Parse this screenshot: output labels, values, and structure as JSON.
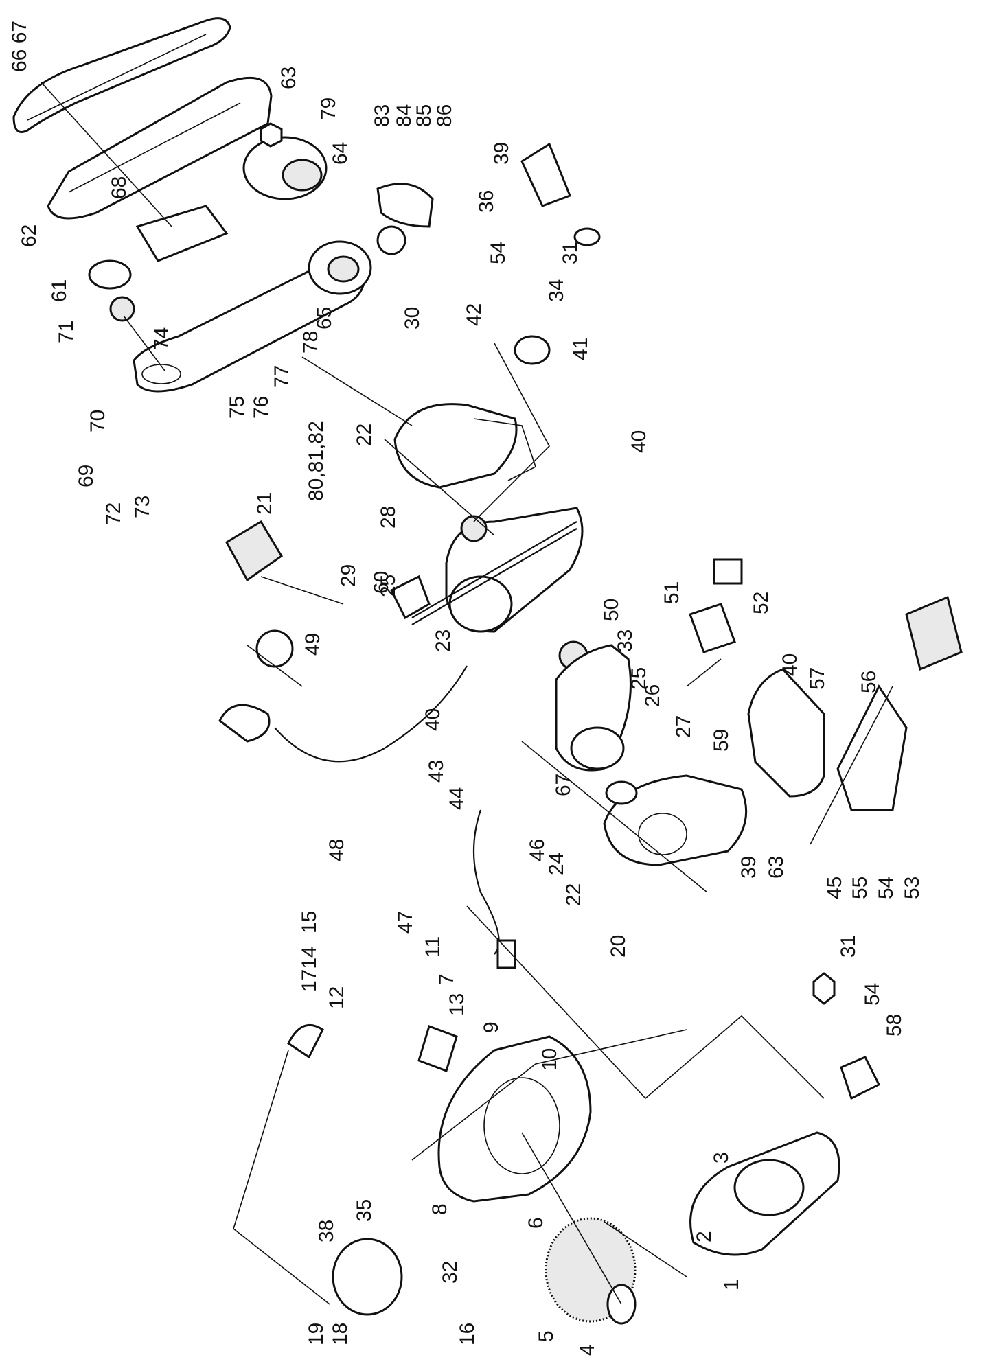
{
  "labels": {
    "l1": "1",
    "l2": "2",
    "l3": "3",
    "l4": "4",
    "l5": "5",
    "l6": "6",
    "l7": "7",
    "l8": "8",
    "l9": "9",
    "l10": "10",
    "l11": "11",
    "l12": "12",
    "l13": "13",
    "l15": "15",
    "l1714": "1714",
    "l16": "16",
    "l18": "18",
    "l19": "19",
    "l20": "20",
    "l21": "21",
    "l22a": "22",
    "l22b": "22",
    "l23": "23",
    "l24": "24",
    "l25a": "25",
    "l25b": "25",
    "l26": "26",
    "l27": "27",
    "l28": "28",
    "l29": "29",
    "l30": "30",
    "l31a": "31",
    "l31b": "31",
    "l32": "32",
    "l33": "33",
    "l34": "34",
    "l35": "35",
    "l36": "36",
    "l38": "38",
    "l39a": "39",
    "l39b": "39",
    "l40a": "40",
    "l40b": "40",
    "l40c": "40",
    "l41": "41",
    "l42": "42",
    "l43": "43",
    "l44": "44",
    "l45": "45",
    "l46": "46",
    "l47": "47",
    "l48": "48",
    "l49": "49",
    "l50": "50",
    "l51": "51",
    "l52": "52",
    "l53": "53",
    "l54a": "54",
    "l54b": "54",
    "l54c": "54",
    "l55": "55",
    "l56": "56",
    "l57": "57",
    "l58": "58",
    "l59": "59",
    "l60": "60",
    "l61": "61",
    "l62": "62",
    "l63a": "63",
    "l63b": "63",
    "l64": "64",
    "l65": "65",
    "l6667": "66 67",
    "l67": "67",
    "l68": "68",
    "l69": "69",
    "l70": "70",
    "l71": "71",
    "l72": "72",
    "l73": "73",
    "l74": "74",
    "l75": "75",
    "l76": "76",
    "l77": "77",
    "l78": "78",
    "l79": "79",
    "l808182": "80,81,82",
    "l83": "83",
    "l84": "84",
    "l85": "85",
    "l86": "86"
  }
}
